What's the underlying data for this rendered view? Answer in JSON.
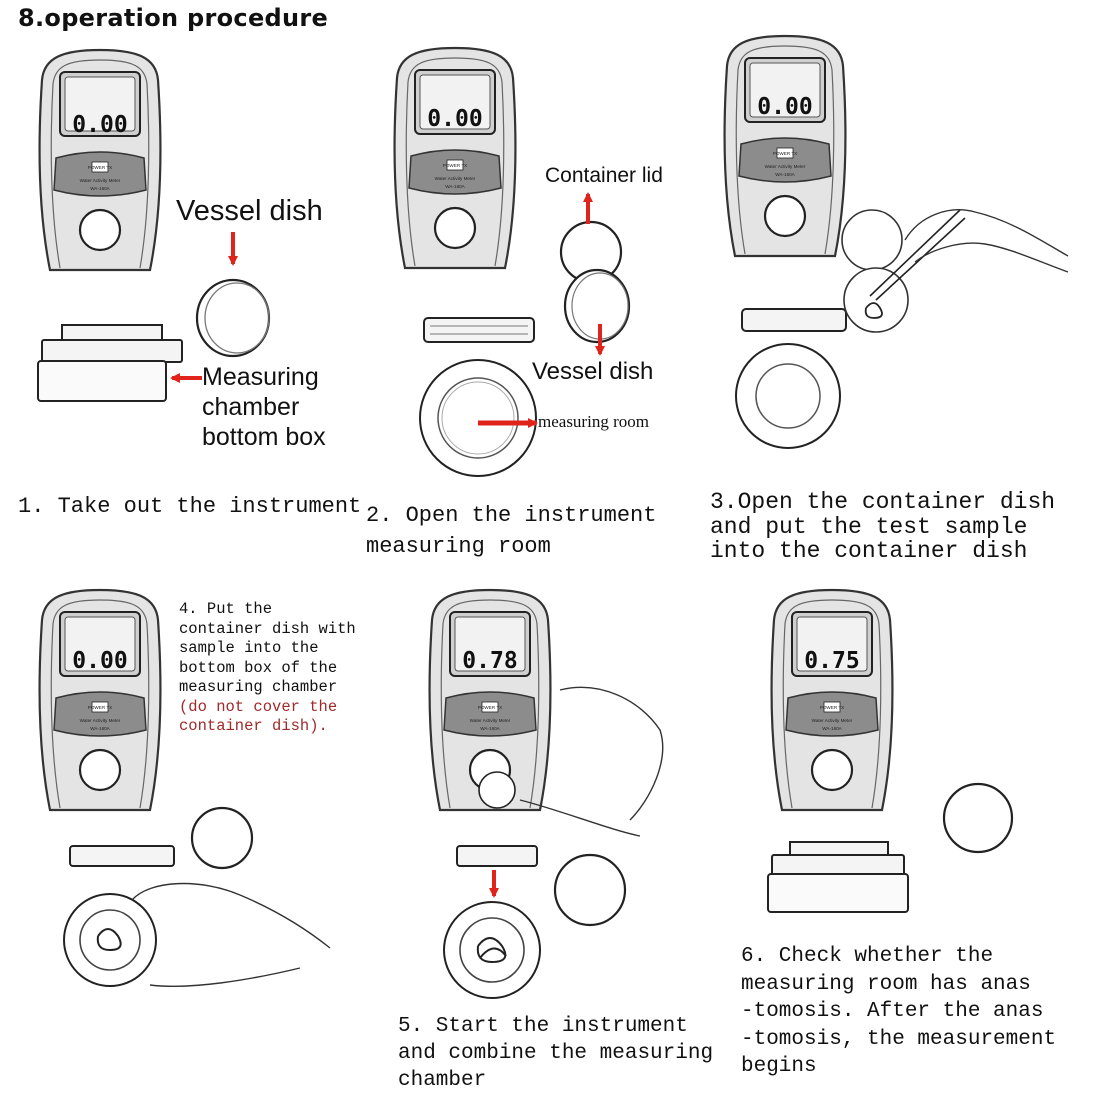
{
  "title": "8.operation procedure",
  "device": {
    "brand_label": "POWER TX",
    "model_name": "Water Activity Meter",
    "model_code": "WA-160A"
  },
  "steps": [
    {
      "caption": "1. Take out the instrument",
      "reading": "0.00",
      "labels": {
        "vessel": "Vessel dish",
        "chamber": "Measuring\nchamber\nbottom box"
      }
    },
    {
      "caption": "2. Open the instrument\nmeasuring room",
      "reading": "0.00",
      "labels": {
        "lid": "Container lid",
        "vessel": "Vessel dish",
        "room": "measuring room"
      }
    },
    {
      "caption": "3.Open the container dish\nand put the test sample\ninto the container dish",
      "reading": "0.00"
    },
    {
      "caption_plain": "4. Put the container dish with sample into the bottom box of the measuring chamber",
      "caption_warning": "(do not cover the container dish).",
      "reading": "0.00"
    },
    {
      "caption": "5. Start the instrument\nand combine the measuring\nchamber",
      "reading": "0.78"
    },
    {
      "caption": "6. Check whether the\nmeasuring room has anas\n-tomosis. After the anas\n-tomosis, the measurement\nbegins",
      "reading": "0.75"
    }
  ],
  "colors": {
    "arrow": "#e0241c",
    "warning_text": "#a02a2a",
    "device_body": "#d9d9d9",
    "panel": "#8c8c8c"
  }
}
